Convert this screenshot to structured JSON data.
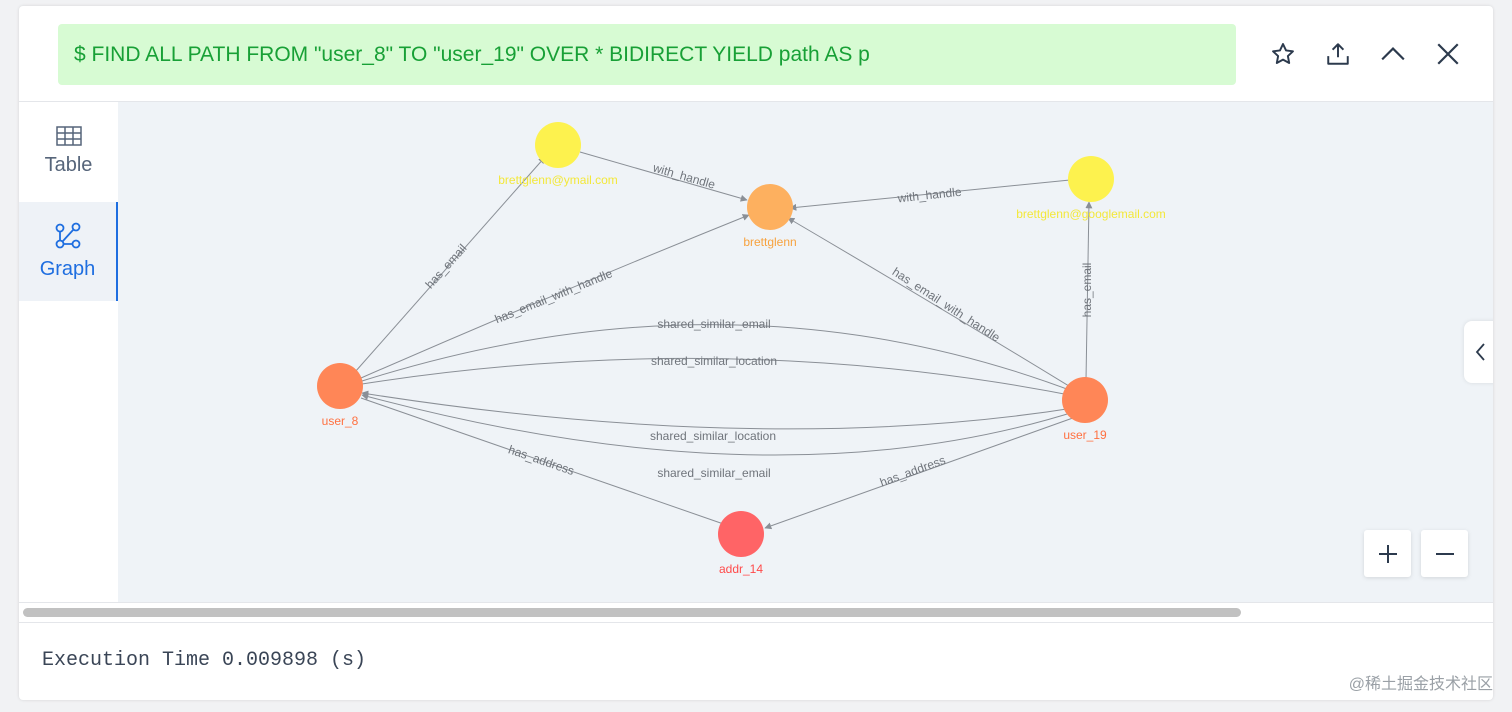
{
  "query": {
    "text": "$ FIND ALL PATH FROM \"user_8\" TO \"user_19\" OVER * BIDIRECT YIELD path AS p"
  },
  "actions": {
    "favorite": "star-icon",
    "export": "upload-icon",
    "collapse": "chevron-up-icon",
    "close": "close-icon"
  },
  "tabs": [
    {
      "label": "Table",
      "icon": "table-icon",
      "active": false
    },
    {
      "label": "Graph",
      "icon": "graph-icon",
      "active": true
    }
  ],
  "graph": {
    "nodes": [
      {
        "id": "email1",
        "label": "brettglenn@ymail.com",
        "color": "#fdf24e",
        "label_color": "#f3e83a"
      },
      {
        "id": "handle",
        "label": "brettglenn",
        "color": "#fdb05f",
        "label_color": "#f7a23e"
      },
      {
        "id": "email2",
        "label": "brettglenn@googlemail.com",
        "color": "#fdf24e",
        "label_color": "#f3e83a"
      },
      {
        "id": "user_8",
        "label": "user_8",
        "color": "#ff8657",
        "label_color": "#ff7040"
      },
      {
        "id": "user_19",
        "label": "user_19",
        "color": "#ff8657",
        "label_color": "#ff7040"
      },
      {
        "id": "addr_14",
        "label": "addr_14",
        "color": "#ff6466",
        "label_color": "#ff4a4a"
      }
    ],
    "edges": [
      {
        "from": "email1",
        "to": "handle",
        "label": "with_handle"
      },
      {
        "from": "email2",
        "to": "handle",
        "label": "with_handle"
      },
      {
        "from": "user_8",
        "to": "email1",
        "label": "has_email"
      },
      {
        "from": "user_19",
        "to": "email2",
        "label": "has_email"
      },
      {
        "from": "user_8",
        "to": "handle",
        "label": "has_email_with_handle"
      },
      {
        "from": "user_19",
        "to": "handle",
        "label": "has_email_with_handle"
      },
      {
        "from": "user_8",
        "to": "user_19",
        "label": "shared_similar_email"
      },
      {
        "from": "user_8",
        "to": "user_19",
        "label": "shared_similar_location"
      },
      {
        "from": "user_19",
        "to": "user_8",
        "label": "shared_similar_location"
      },
      {
        "from": "user_19",
        "to": "user_8",
        "label": "shared_similar_email"
      },
      {
        "from": "user_8",
        "to": "addr_14",
        "label": "has_address"
      },
      {
        "from": "user_19",
        "to": "addr_14",
        "label": "has_address"
      }
    ]
  },
  "zoom": {
    "in": "plus-icon",
    "out": "minus-icon"
  },
  "footer": {
    "execution_time": "Execution Time 0.009898 (s)"
  },
  "watermark": "@稀土掘金技术社区"
}
